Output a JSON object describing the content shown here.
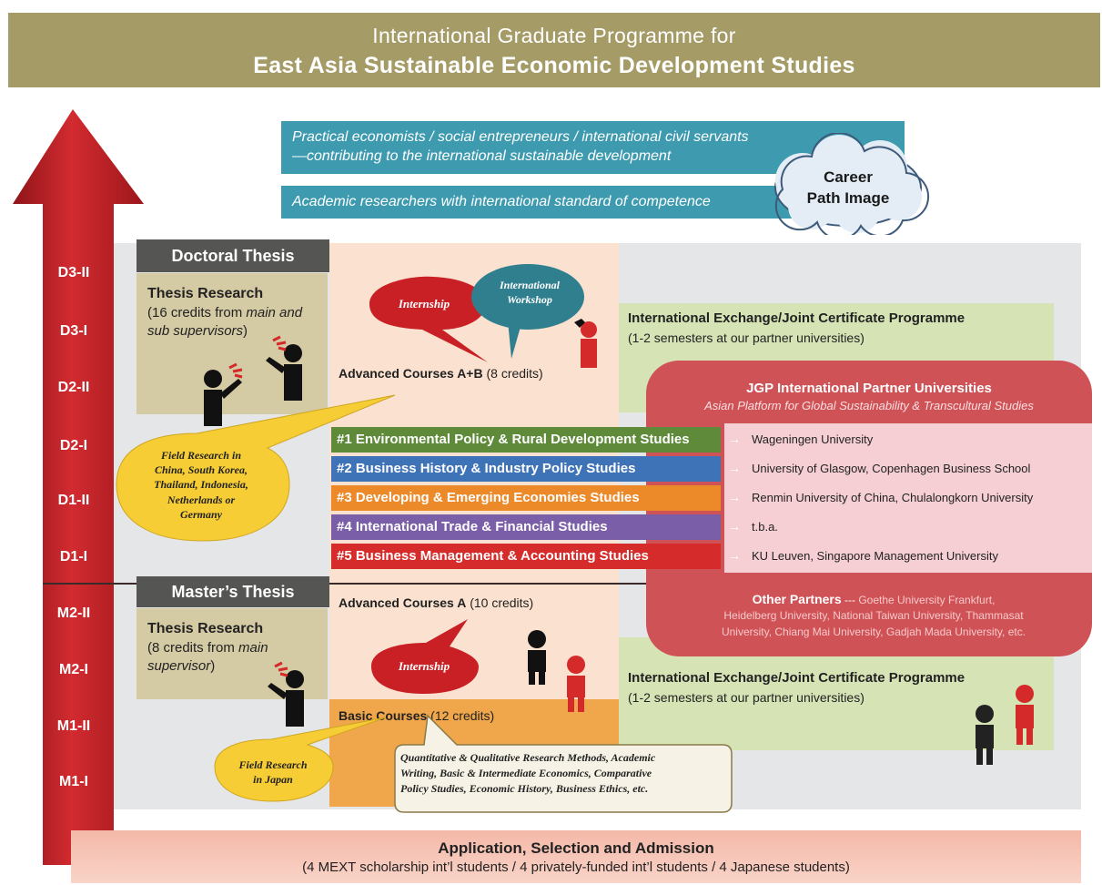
{
  "title": {
    "line1": "International Graduate Programme for",
    "line2": "East Asia Sustainable Economic Development Studies"
  },
  "levels": [
    "D3-II",
    "D3-I",
    "D2-II",
    "D2-I",
    "D1-II",
    "D1-I",
    "M2-II",
    "M2-I",
    "M1-II",
    "M1-I"
  ],
  "career": {
    "bar1_line1": "Practical economists / social entrepreneurs / international civil servants",
    "bar1_line2": "—contributing to the international sustainable development",
    "bar2": "Academic researchers with international standard of competence",
    "cloud_line1": "Career",
    "cloud_line2": "Path Image"
  },
  "doctoral": {
    "tab": "Doctoral Thesis",
    "heading": "Thesis Research",
    "line1": "(16 credits from ",
    "line1_em": "main and",
    "line2_em": "sub supervisors",
    "line2_end": ")"
  },
  "masters": {
    "tab": "Master’s Thesis",
    "heading": "Thesis Research",
    "line1": "(8 credits from ",
    "line1_em": "main",
    "line2_em": "supervisor",
    "line2_end": ")"
  },
  "bubbles": {
    "internship_top": "Internship",
    "workshop_line1": "International",
    "workshop_line2": "Workshop",
    "field_overseas": [
      "Field Research in",
      "China, South Korea,",
      "Thailand, Indonesia,",
      "Netherlands or",
      "Germany"
    ],
    "internship_bottom": "Internship",
    "field_japan_line1": "Field Research",
    "field_japan_line2": "in Japan"
  },
  "courses": {
    "advanced_ab": "Advanced Courses A+B",
    "advanced_ab_credits": " (8 credits)",
    "advanced_a": "Advanced Courses A",
    "advanced_a_credits": " (10 credits)",
    "basic": "Basic Courses",
    "basic_credits": " (12 credits)",
    "basic_detail": [
      "Quantitative & Qualitative Research Methods, Academic",
      "Writing, Basic & Intermediate Economics, Comparative",
      "Policy Studies, Economic History, Business Ethics, etc."
    ]
  },
  "exchange": {
    "title": "International Exchange/Joint Certificate Programme",
    "sub": "(1-2 semesters at our partner universities)"
  },
  "tracks": [
    {
      "label": "#1 Environmental Policy & Rural Development Studies",
      "color": "#5e8a3a",
      "partner": "Wageningen University"
    },
    {
      "label": "#2 Business History & Industry Policy Studies",
      "color": "#3f73b8",
      "partner": "University of Glasgow, Copenhagen Business School"
    },
    {
      "label": "#3 Developing & Emerging Economies Studies",
      "color": "#ec8a2a",
      "partner": "Renmin University of China, Chulalongkorn University"
    },
    {
      "label": "#4 International Trade & Financial Studies",
      "color": "#7b5ea8",
      "partner": "t.b.a."
    },
    {
      "label": "#5 Business Management & Accounting Studies",
      "color": "#d62b2b",
      "partner": "KU Leuven, Singapore Management University"
    }
  ],
  "partners": {
    "title": "JGP International Partner Universities",
    "subtitle": "Asian Platform for Global Sustainability & Transcultural Studies",
    "other_label": "Other Partners",
    "other_dash": " --- ",
    "other_line1": "Goethe University Frankfurt,",
    "other_line2": "Heidelberg University, National Taiwan University, Thammasat",
    "other_line3": "University, Chiang Mai University, Gadjah Mada University, etc."
  },
  "admission": {
    "title": "Application, Selection and Admission",
    "sub": "(4 MEXT scholarship int’l students / 4 privately-funded int’l students / 4 Japanese students)"
  },
  "colors": {
    "banner": "#a59b66",
    "arrow": "#c62127",
    "career_bar": "#3d9aaf",
    "partner_bubble": "#cf5257",
    "figure_dark": "#111111",
    "figure_red": "#d42a2a"
  }
}
